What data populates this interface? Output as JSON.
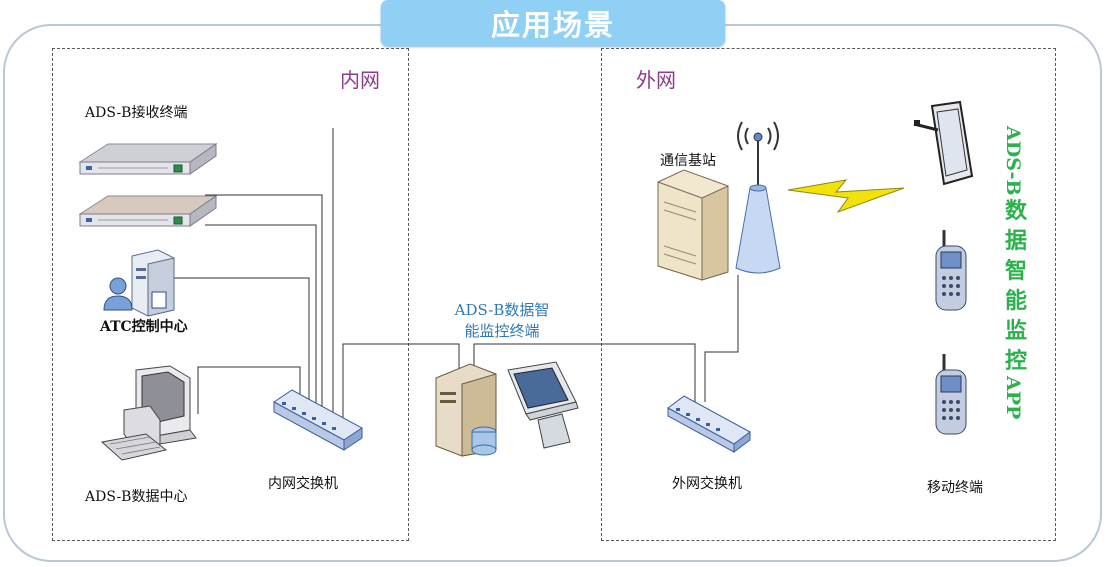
{
  "title": "应用场景",
  "zones": {
    "inner": "内网",
    "outer": "外网"
  },
  "labels": {
    "adsb_receiver": "ADS-B接收终端",
    "atc_center": "ATC控制中心",
    "adsb_data_center": "ADS-B数据中心",
    "inner_switch": "内网交换机",
    "monitor_terminal_line1": "ADS-B数据智",
    "monitor_terminal_line2": "能监控终端",
    "base_station": "通信基站",
    "outer_switch": "外网交换机",
    "mobile_terminal": "移动终端"
  },
  "app_label": {
    "latin_top": "ADS-B",
    "chars": [
      "数",
      "据",
      "智",
      "能",
      "监",
      "控"
    ],
    "latin_bottom": "APP"
  },
  "icons": {
    "receiver_1": "rack-server-icon",
    "receiver_2": "rack-server-icon",
    "atc": "pc-with-user-icon",
    "data_center": "desktop-computer-icon",
    "inner_switch": "network-switch-icon",
    "monitor_terminal": "server-and-monitor-icon",
    "base_station": "tower-server-icon",
    "antenna": "antenna-icon",
    "wireless": "lightning-bolt-icon",
    "tablet": "tablet-icon",
    "phone_1": "mobile-phone-icon",
    "phone_2": "mobile-phone-icon",
    "outer_switch": "network-switch-icon"
  },
  "colors": {
    "title_bg": "#8fd0f4",
    "zone_label": "#8a3d8f",
    "center_label": "#2e79b8",
    "app_label": "#2bb24c",
    "bolt": "#f2e20a"
  }
}
